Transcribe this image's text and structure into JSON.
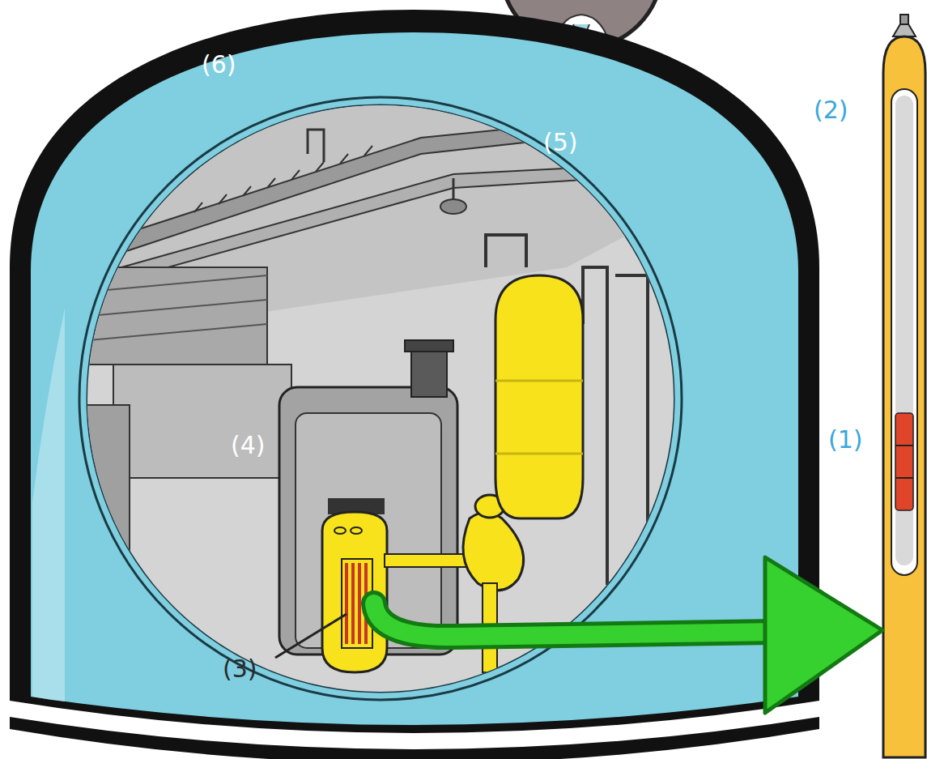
{
  "diagram": {
    "labels": [
      "(6)",
      "(2)",
      "(5)",
      "(4)",
      "(1)",
      "(3)"
    ]
  }
}
